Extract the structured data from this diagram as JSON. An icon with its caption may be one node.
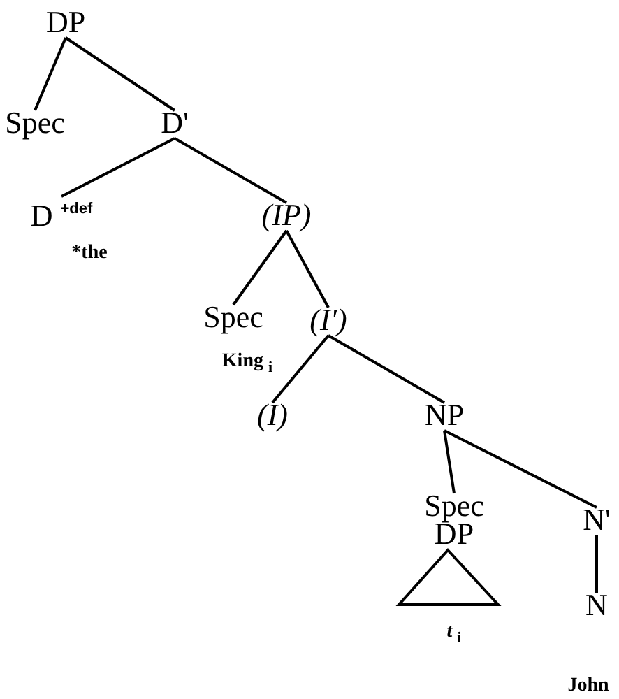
{
  "diagram": {
    "nodes": [
      {
        "text": [
          "DP"
        ]
      },
      {
        "text": [
          "Spec"
        ]
      },
      {
        "text": [
          "D'"
        ]
      },
      {
        "text": [
          "D $^{+def}$"
        ],
        "beside": [
          "*the"
        ]
      },
      {
        "text": [
          "(IP)"
        ]
      },
      {
        "text": [
          "Spec"
        ],
        "beside": [
          "King $_{i}$"
        ]
      },
      {
        "text": [
          "(I')"
        ]
      },
      {
        "text": [
          "(I)"
        ]
      },
      {
        "text": [
          "NP"
        ]
      },
      {
        "text": [
          "Spec",
          "DP"
        ]
      },
      {
        "text": [],
        "shape": "triangle",
        "beside": [
          "*t* $_{i}$"
        ]
      },
      {
        "text": [
          "N'"
        ]
      },
      {
        "text": [
          "N"
        ],
        "beside": [
          "John"
        ]
      }
    ],
    "edges": [
      {
        "from": 0,
        "to": 1,
        "arrow": "none"
      },
      {
        "from": 0,
        "to": 2,
        "arrow": "none"
      },
      {
        "from": 2,
        "to": 3,
        "arrow": "none"
      },
      {
        "from": 2,
        "to": 4,
        "arrow": "none"
      },
      {
        "from": 4,
        "to": 5,
        "arrow": "none"
      },
      {
        "from": 4,
        "to": 6,
        "arrow": "none"
      },
      {
        "from": 6,
        "to": 7,
        "arrow": "none"
      },
      {
        "from": 6,
        "to": 8,
        "arrow": "none"
      },
      {
        "from": 8,
        "to": 9,
        "arrow": "none"
      },
      {
        "from": 8,
        "to": 11,
        "arrow": "none"
      },
      {
        "from": 11,
        "to": 12,
        "arrow": "none"
      }
    ]
  }
}
